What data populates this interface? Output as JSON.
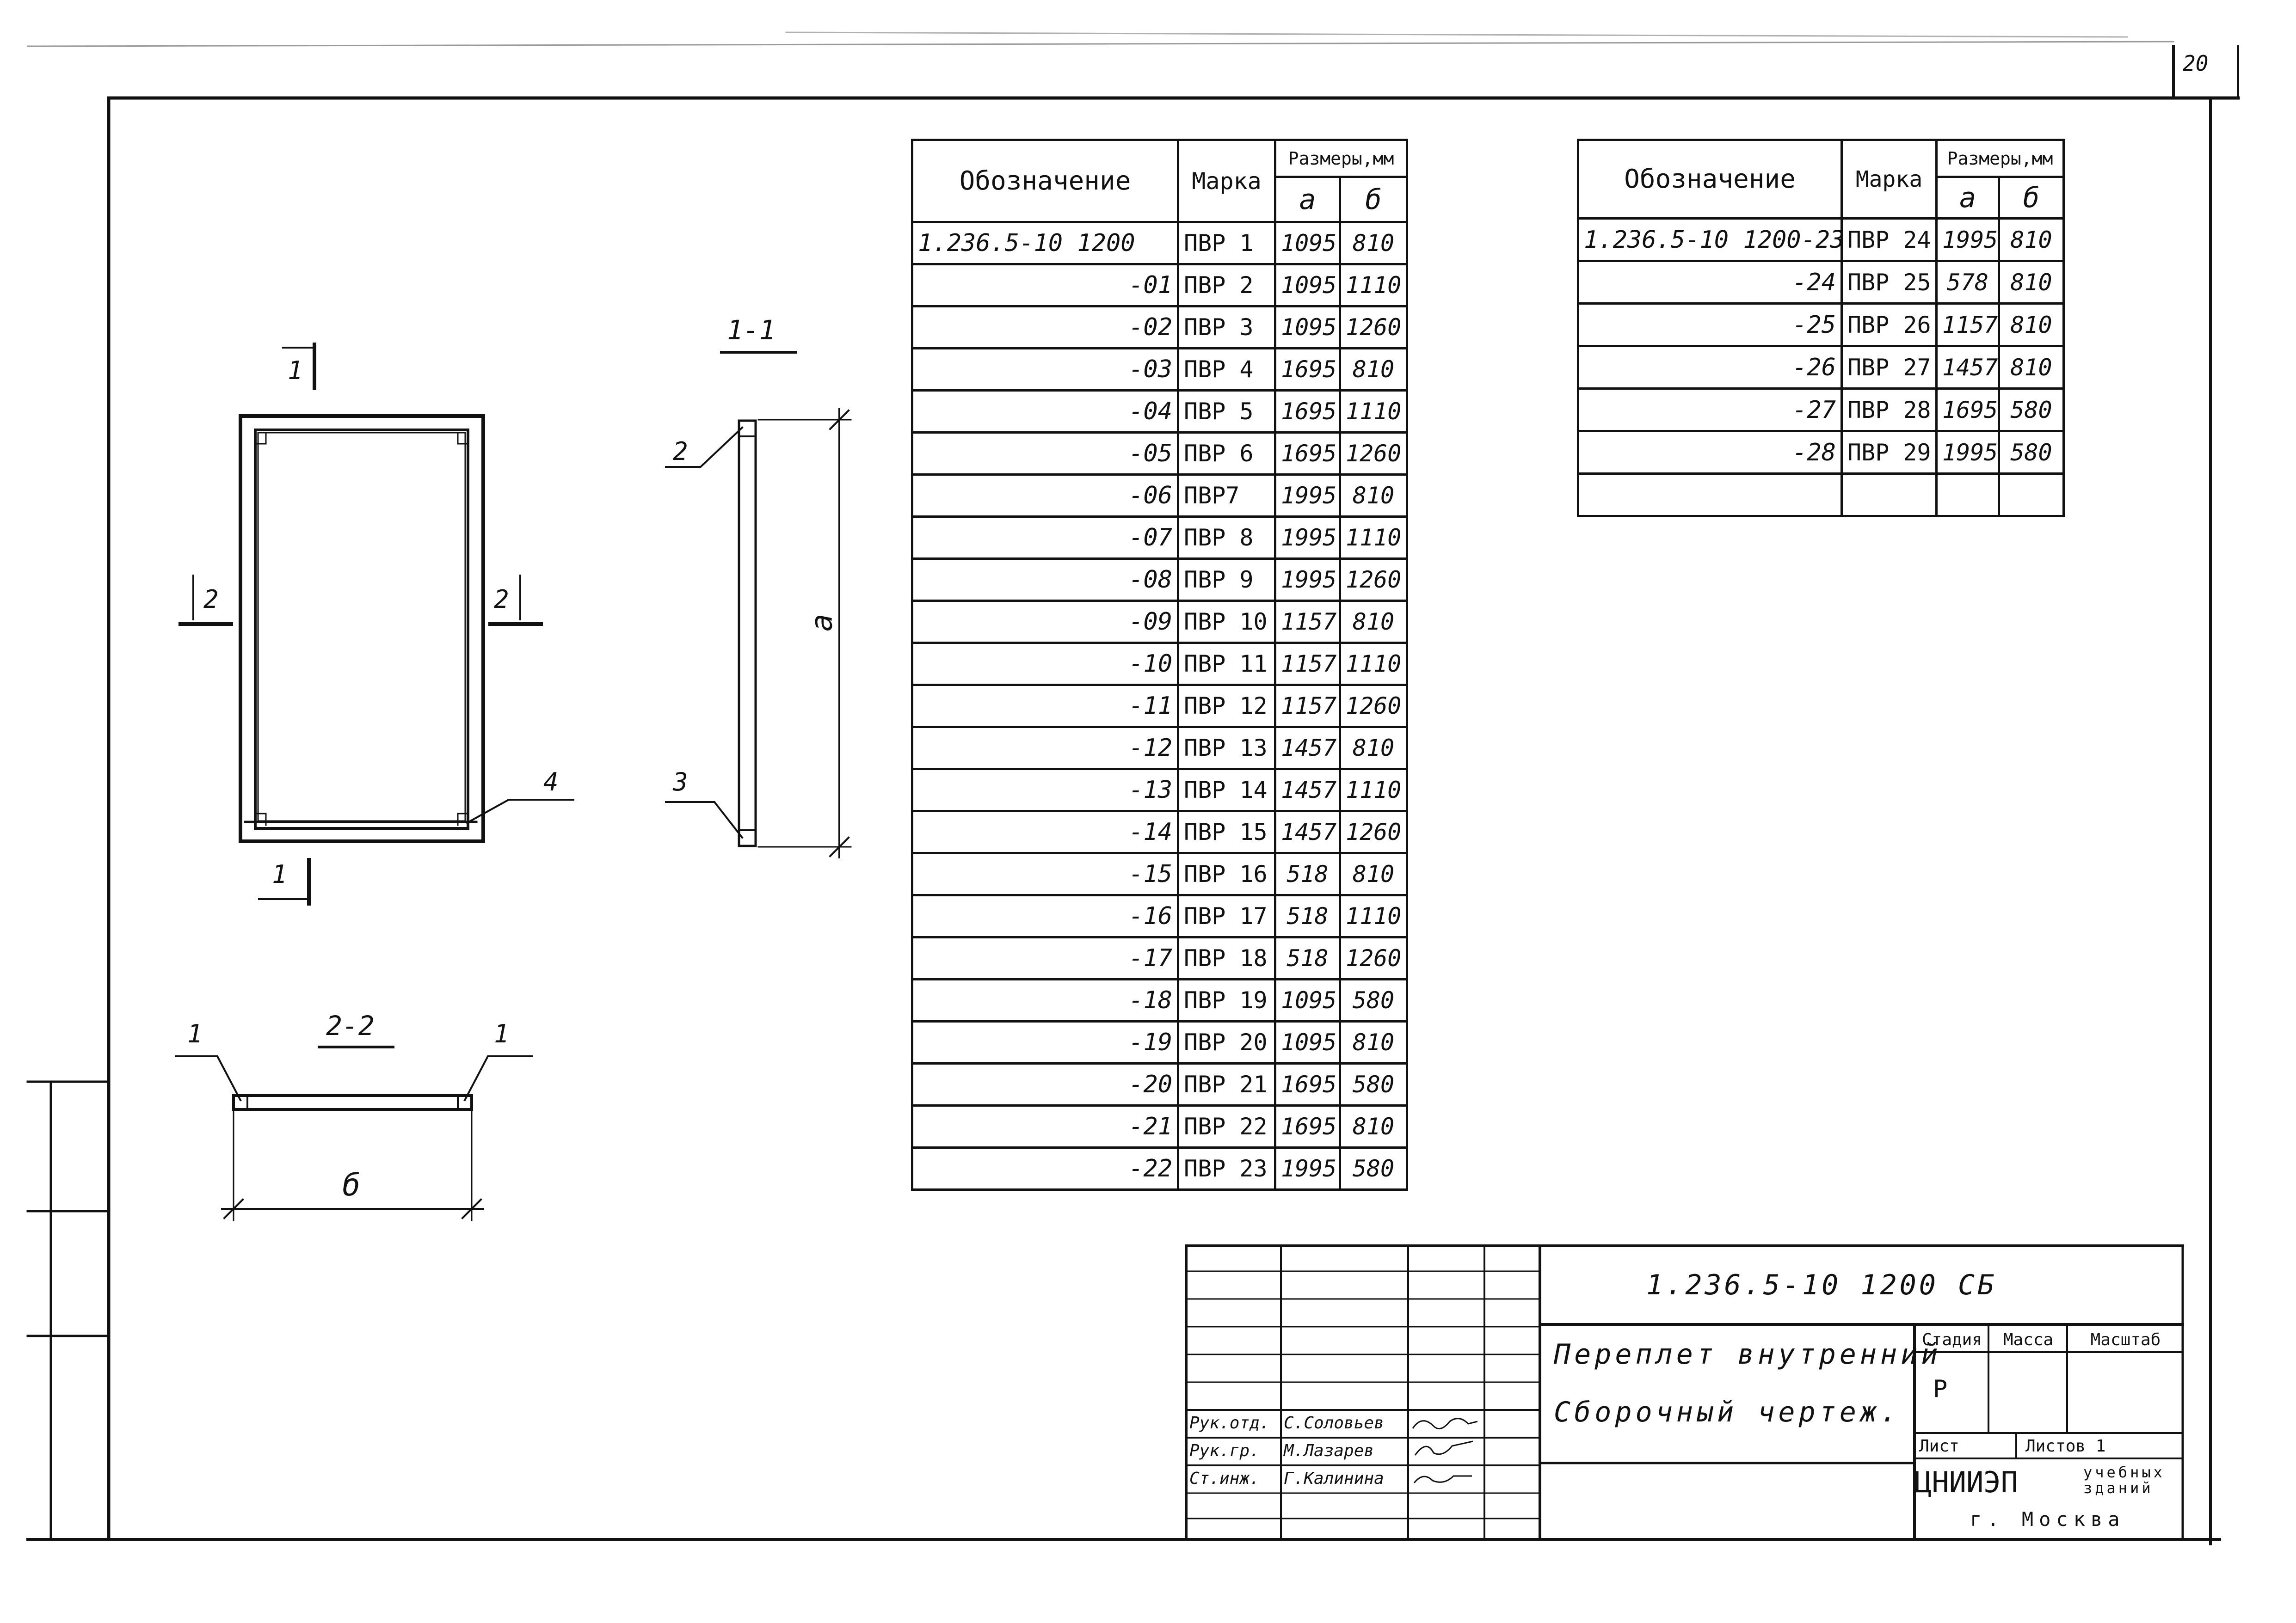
{
  "sheet_number": "20",
  "views": {
    "front": {
      "cut_top": "1",
      "cut_bottom": "1",
      "cut_left": "2",
      "cut_right": "2",
      "callout": "4"
    },
    "section_1": {
      "title": "1-1",
      "callout_top": "2",
      "callout_bottom": "3",
      "dim": "a"
    },
    "section_2": {
      "title": "2-2",
      "callout_left": "1",
      "callout_right": "1",
      "dim": "б"
    }
  },
  "table_main": {
    "headers": {
      "designation": "Обозначение",
      "mark": "Марка",
      "sizes": "Размеры,мм",
      "a": "а",
      "b": "б"
    },
    "rows": [
      {
        "designation": "1.236.5-10 1200",
        "mark": "ПВР 1",
        "a": "1095",
        "b": "810"
      },
      {
        "designation": "-01",
        "mark": "ПВР 2",
        "a": "1095",
        "b": "1110"
      },
      {
        "designation": "-02",
        "mark": "ПВР 3",
        "a": "1095",
        "b": "1260"
      },
      {
        "designation": "-03",
        "mark": "ПВР 4",
        "a": "1695",
        "b": "810"
      },
      {
        "designation": "-04",
        "mark": "ПВР 5",
        "a": "1695",
        "b": "1110"
      },
      {
        "designation": "-05",
        "mark": "ПВР 6",
        "a": "1695",
        "b": "1260"
      },
      {
        "designation": "-06",
        "mark": "ПВР7",
        "a": "1995",
        "b": "810"
      },
      {
        "designation": "-07",
        "mark": "ПВР 8",
        "a": "1995",
        "b": "1110"
      },
      {
        "designation": "-08",
        "mark": "ПВР 9",
        "a": "1995",
        "b": "1260"
      },
      {
        "designation": "-09",
        "mark": "ПВР 10",
        "a": "1157",
        "b": "810"
      },
      {
        "designation": "-10",
        "mark": "ПВР 11",
        "a": "1157",
        "b": "1110"
      },
      {
        "designation": "-11",
        "mark": "ПВР 12",
        "a": "1157",
        "b": "1260"
      },
      {
        "designation": "-12",
        "mark": "ПВР 13",
        "a": "1457",
        "b": "810"
      },
      {
        "designation": "-13",
        "mark": "ПВР 14",
        "a": "1457",
        "b": "1110"
      },
      {
        "designation": "-14",
        "mark": "ПВР 15",
        "a": "1457",
        "b": "1260"
      },
      {
        "designation": "-15",
        "mark": "ПВР 16",
        "a": "518",
        "b": "810"
      },
      {
        "designation": "-16",
        "mark": "ПВР 17",
        "a": "518",
        "b": "1110"
      },
      {
        "designation": "-17",
        "mark": "ПВР 18",
        "a": "518",
        "b": "1260"
      },
      {
        "designation": "-18",
        "mark": "ПВР 19",
        "a": "1095",
        "b": "580"
      },
      {
        "designation": "-19",
        "mark": "ПВР 20",
        "a": "1095",
        "b": "810"
      },
      {
        "designation": "-20",
        "mark": "ПВР 21",
        "a": "1695",
        "b": "580"
      },
      {
        "designation": "-21",
        "mark": "ПВР 22",
        "a": "1695",
        "b": "810"
      },
      {
        "designation": "-22",
        "mark": "ПВР 23",
        "a": "1995",
        "b": "580"
      }
    ]
  },
  "table_right": {
    "headers": {
      "designation": "Обозначение",
      "mark": "Марка",
      "sizes": "Размеры,мм",
      "a": "а",
      "b": "б"
    },
    "rows": [
      {
        "designation": "1.236.5-10 1200-23",
        "mark": "ПВР 24",
        "a": "1995",
        "b": "810"
      },
      {
        "designation": "-24",
        "mark": "ПВР 25",
        "a": "578",
        "b": "810"
      },
      {
        "designation": "-25",
        "mark": "ПВР 26",
        "a": "1157",
        "b": "810"
      },
      {
        "designation": "-26",
        "mark": "ПВР 27",
        "a": "1457",
        "b": "810"
      },
      {
        "designation": "-27",
        "mark": "ПВР 28",
        "a": "1695",
        "b": "580"
      },
      {
        "designation": "-28",
        "mark": "ПВР 29",
        "a": "1995",
        "b": "580"
      },
      {
        "designation": "",
        "mark": "",
        "a": "",
        "b": ""
      }
    ]
  },
  "title_block": {
    "code": "1.236.5-10 1200 СБ",
    "name_line1": "Переплет внутренний",
    "name_line2": "Сборочный чертеж.",
    "stage_header": "Стадия",
    "mass_header": "Масса",
    "scale_header": "Масштаб",
    "stage_value": "Р",
    "sheet_label": "Лист",
    "sheets_label": "Листов 1",
    "org": "ЦНИИЭП",
    "org_sub1": "учебных",
    "org_sub2": "зданий",
    "city": "г. Москва",
    "signatures": [
      {
        "role": "Рук.отд.",
        "name": "С.Соловьев"
      },
      {
        "role": "Рук.гр.",
        "name": "М.Лазарев"
      },
      {
        "role": "Ст.инж.",
        "name": "Г.Калинина"
      }
    ]
  }
}
